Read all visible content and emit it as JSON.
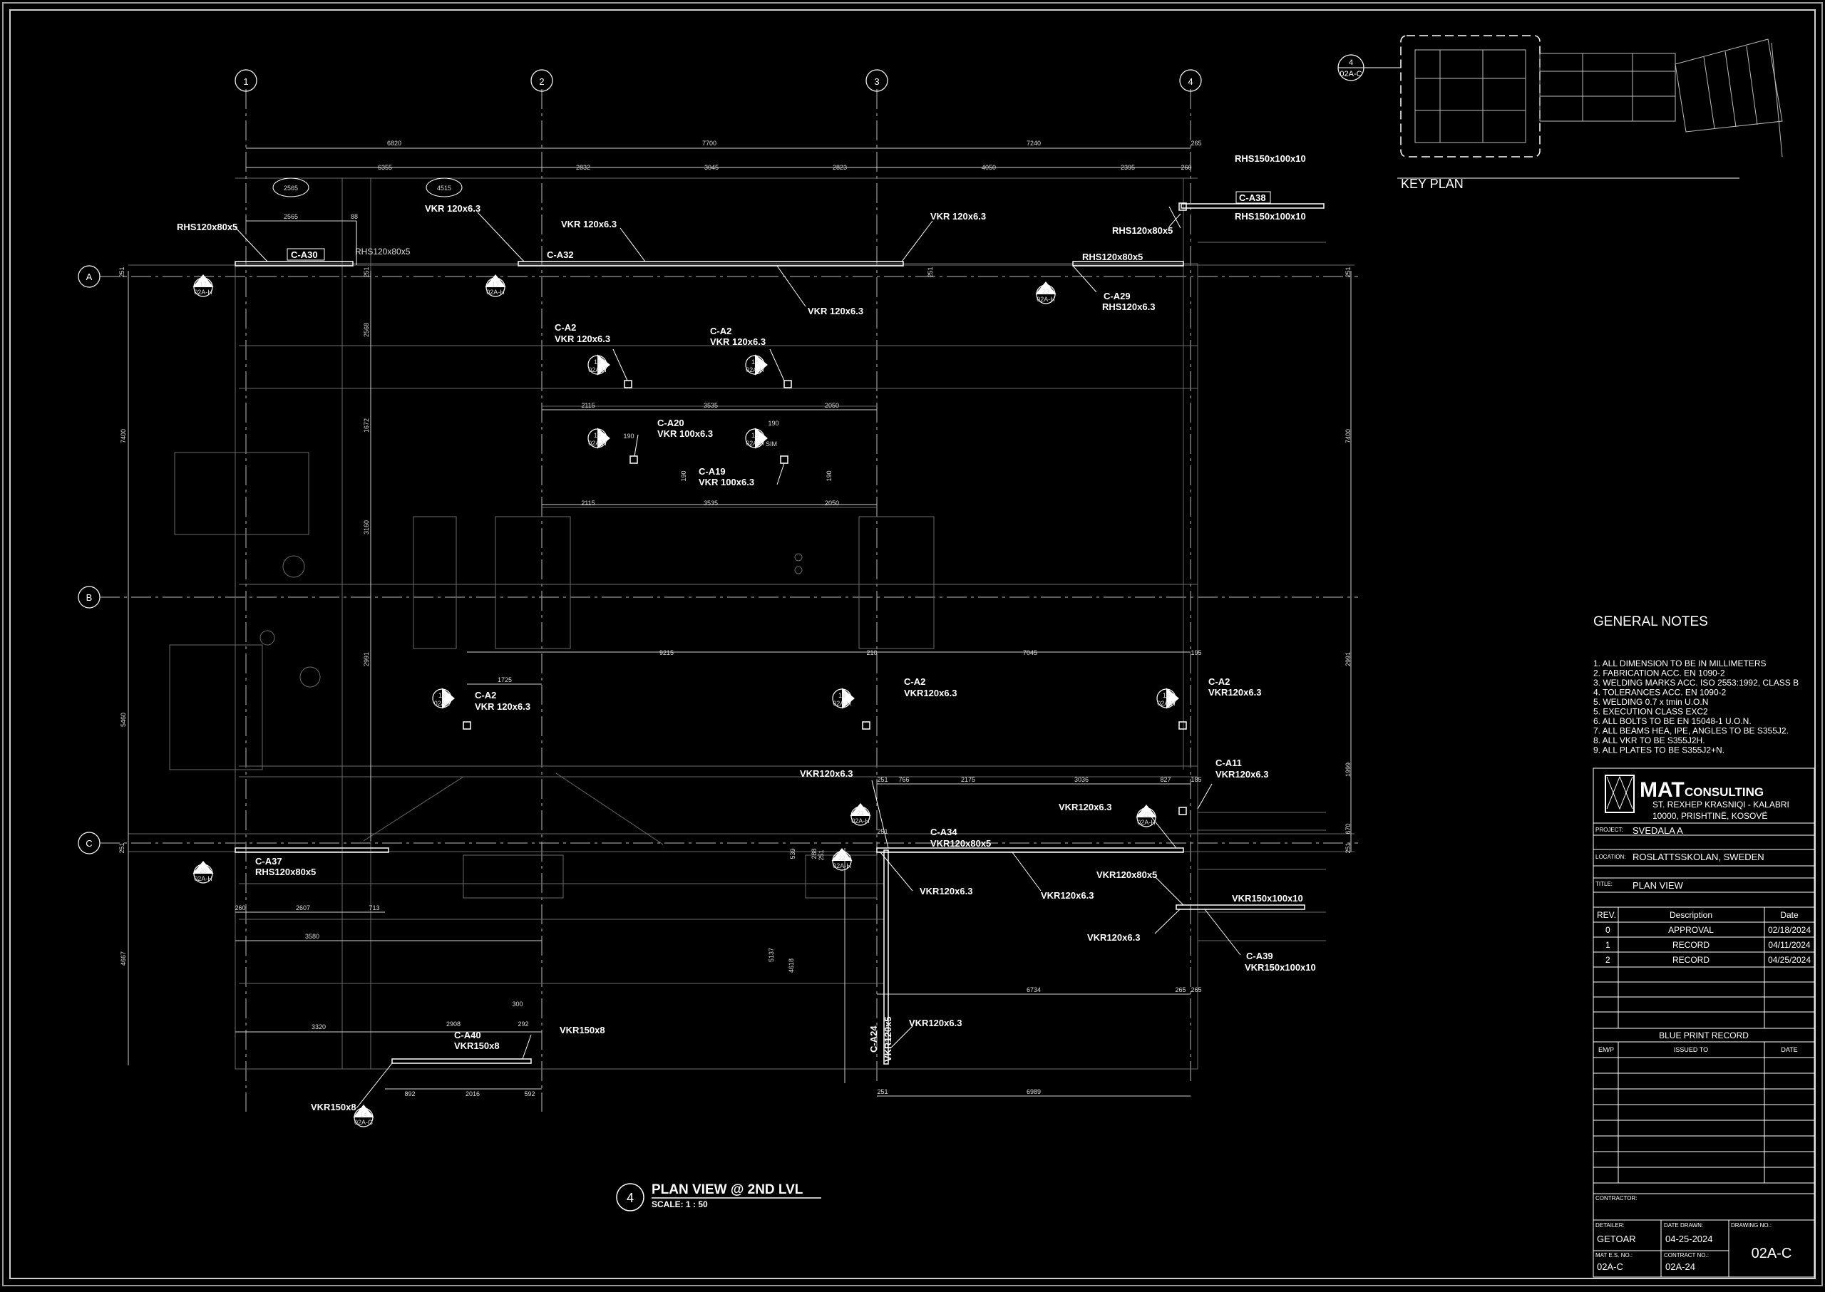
{
  "grid_cols": [
    {
      "id": "1"
    },
    {
      "id": "2"
    },
    {
      "id": "3"
    },
    {
      "id": "4"
    }
  ],
  "grid_rows": [
    {
      "id": "A"
    },
    {
      "id": "B"
    },
    {
      "id": "C"
    }
  ],
  "dims_top_row1": [
    "6820",
    "7700",
    "7240",
    "265"
  ],
  "dims_top_row2": [
    "6355",
    "2832",
    "3045",
    "2823",
    "4050",
    "2395",
    "260"
  ],
  "dims_top_misc": [
    "2565",
    "88",
    "251",
    "251",
    "251"
  ],
  "clouds": [
    "2565",
    "4515"
  ],
  "labels": [
    "RHS120x80x5",
    "C-A30",
    "RHS120x80x5",
    "VKR 120x6.3",
    "C-A32",
    "VKR 120x6.3",
    "VKR 120x6.3",
    "VKR 120x6.3",
    "RHS150x100x10",
    "C-A38",
    "RHS150x100x10",
    "RHS120x80x5",
    "RHS120x80x5",
    "C-A29",
    "RHS120x6.3",
    "C-A2",
    "VKR 120x6.3",
    "C-A2",
    "VKR 120x6.3",
    "C-A20",
    "VKR 100x6.3",
    "C-A19",
    "VKR 100x6.3",
    "C-A2",
    "VKR 120x6.3",
    "C-A2",
    "VKR120x6.3",
    "C-A2",
    "VKR120x6.3",
    "C-A11",
    "VKR120x6.3",
    "VKR120x6.3",
    "VKR120x6.3",
    "C-A34",
    "VKR120x80x5",
    "C-A37",
    "RHS120x80x5",
    "VKR120x6.3",
    "VKR120x6.3",
    "VKR120x80x5",
    "VKR150x100x10",
    "VKR120x6.3",
    "C-A39",
    "VKR150x100x10",
    "C-A40",
    "VKR150x8",
    "VKR150x8",
    "VKR150x8",
    "C-A24",
    "VKR120x5",
    "VKR120x6.3"
  ],
  "dims_misc": [
    "2115",
    "3535",
    "2050",
    "190",
    "190",
    "190",
    "190",
    "2115",
    "3535",
    "2050",
    "1725",
    "9215",
    "210",
    "7045",
    "195",
    "251",
    "766",
    "2175",
    "3036",
    "827",
    "185",
    "260",
    "2607",
    "713",
    "3580",
    "3320",
    "2908",
    "292",
    "300",
    "892",
    "2016",
    "592",
    "6734",
    "265",
    "265",
    "6989",
    "251",
    "539",
    "288",
    "251",
    "5137",
    "4618",
    "7400",
    "7400",
    "1672",
    "2568",
    "3160",
    "2991",
    "2991",
    "5460",
    "4667",
    "1999",
    "670",
    "251",
    "251",
    "251",
    "251",
    "SIM"
  ],
  "section_marks": [
    {
      "num": "17",
      "ref": "02A-H"
    },
    {
      "num": "17",
      "ref": "02A-H"
    },
    {
      "num": "23",
      "ref": "02A-H"
    },
    {
      "num": "18",
      "ref": "02A-H"
    },
    {
      "num": "18",
      "ref": "02A-H"
    },
    {
      "num": "19",
      "ref": "02A-H"
    },
    {
      "num": "19",
      "ref": "02A-H"
    },
    {
      "num": "18",
      "ref": "02AH"
    },
    {
      "num": "18",
      "ref": "02A-H"
    },
    {
      "num": "18",
      "ref": "02A-H"
    },
    {
      "num": "21",
      "ref": "02A-H"
    },
    {
      "num": "22",
      "ref": "02A-H"
    },
    {
      "num": "22",
      "ref": "02A-H"
    },
    {
      "num": "20",
      "ref": "02A-H"
    },
    {
      "num": "14",
      "ref": "02A-G"
    }
  ],
  "key_plan": {
    "ref_num": "4",
    "ref_sheet": "02A-C",
    "label": "KEY PLAN"
  },
  "plan_title": {
    "num": "4",
    "title": "PLAN VIEW @ 2ND LVL",
    "scale": "SCALE:  1 : 50"
  },
  "general_notes": {
    "heading": "GENERAL  NOTES",
    "items": [
      "1. ALL DIMENSION TO BE IN MILLIMETERS",
      "2. FABRICATION ACC. EN 1090-2",
      "3. WELDING MARKS ACC. ISO 2553:1992, CLASS B",
      "4. TOLERANCES ACC. EN 1090-2",
      "5. WELDING 0.7 x tmin U.O.N",
      "5. EXECUTION CLASS EXC2",
      "6. ALL BOLTS TO BE EN 15048-1 U.O.N.",
      "7. ALL BEAMS HEA, IPE, ANGLES TO BE S355J2.",
      "8. ALL VKR TO BE S355J2H.",
      "9. ALL PLATES TO BE S355J2+N."
    ]
  },
  "title_block": {
    "company_big": "MAT",
    "company_small": "CONSULTING",
    "address1": "ST. REXHEP KRASNIQI - KALABRI",
    "address2": "10000, PRISHTINË, KOSOVË",
    "project_label": "PROJECT:",
    "project": "SVEDALA A",
    "location_label": "LOCATION:",
    "location": "ROSLATTSSKOLAN, SWEDEN",
    "title_label": "TITLE:",
    "title": "PLAN VIEW",
    "rev_headers": [
      "REV.",
      "Description",
      "Date"
    ],
    "revisions": [
      {
        "rev": "0",
        "desc": "APPROVAL",
        "date": "02/18/2024"
      },
      {
        "rev": "1",
        "desc": "RECORD",
        "date": "04/11/2024"
      },
      {
        "rev": "2",
        "desc": "RECORD",
        "date": "04/25/2024"
      }
    ],
    "blueprint_heading": "BLUE PRINT RECORD",
    "blueprint_headers": [
      "EM/P",
      "ISSUED TO",
      "DATE"
    ],
    "contractor_label": "CONTRACTOR:",
    "detailer_label": "DETAILER:",
    "detailer": "GETOAR",
    "date_drawn_label": "DATE DRAWN:",
    "date_drawn": "04-25-2024",
    "drawing_no_label": "DRAWING NO.:",
    "drawing_no": "02A-C",
    "mat_no_label": "MAT E.S. NO.:",
    "mat_no": "02A-C",
    "contract_no_label": "CONTRACT NO.:",
    "contract_no": "02A-24"
  },
  "colors": {
    "background": "#000000",
    "ink": "#ffffff"
  }
}
